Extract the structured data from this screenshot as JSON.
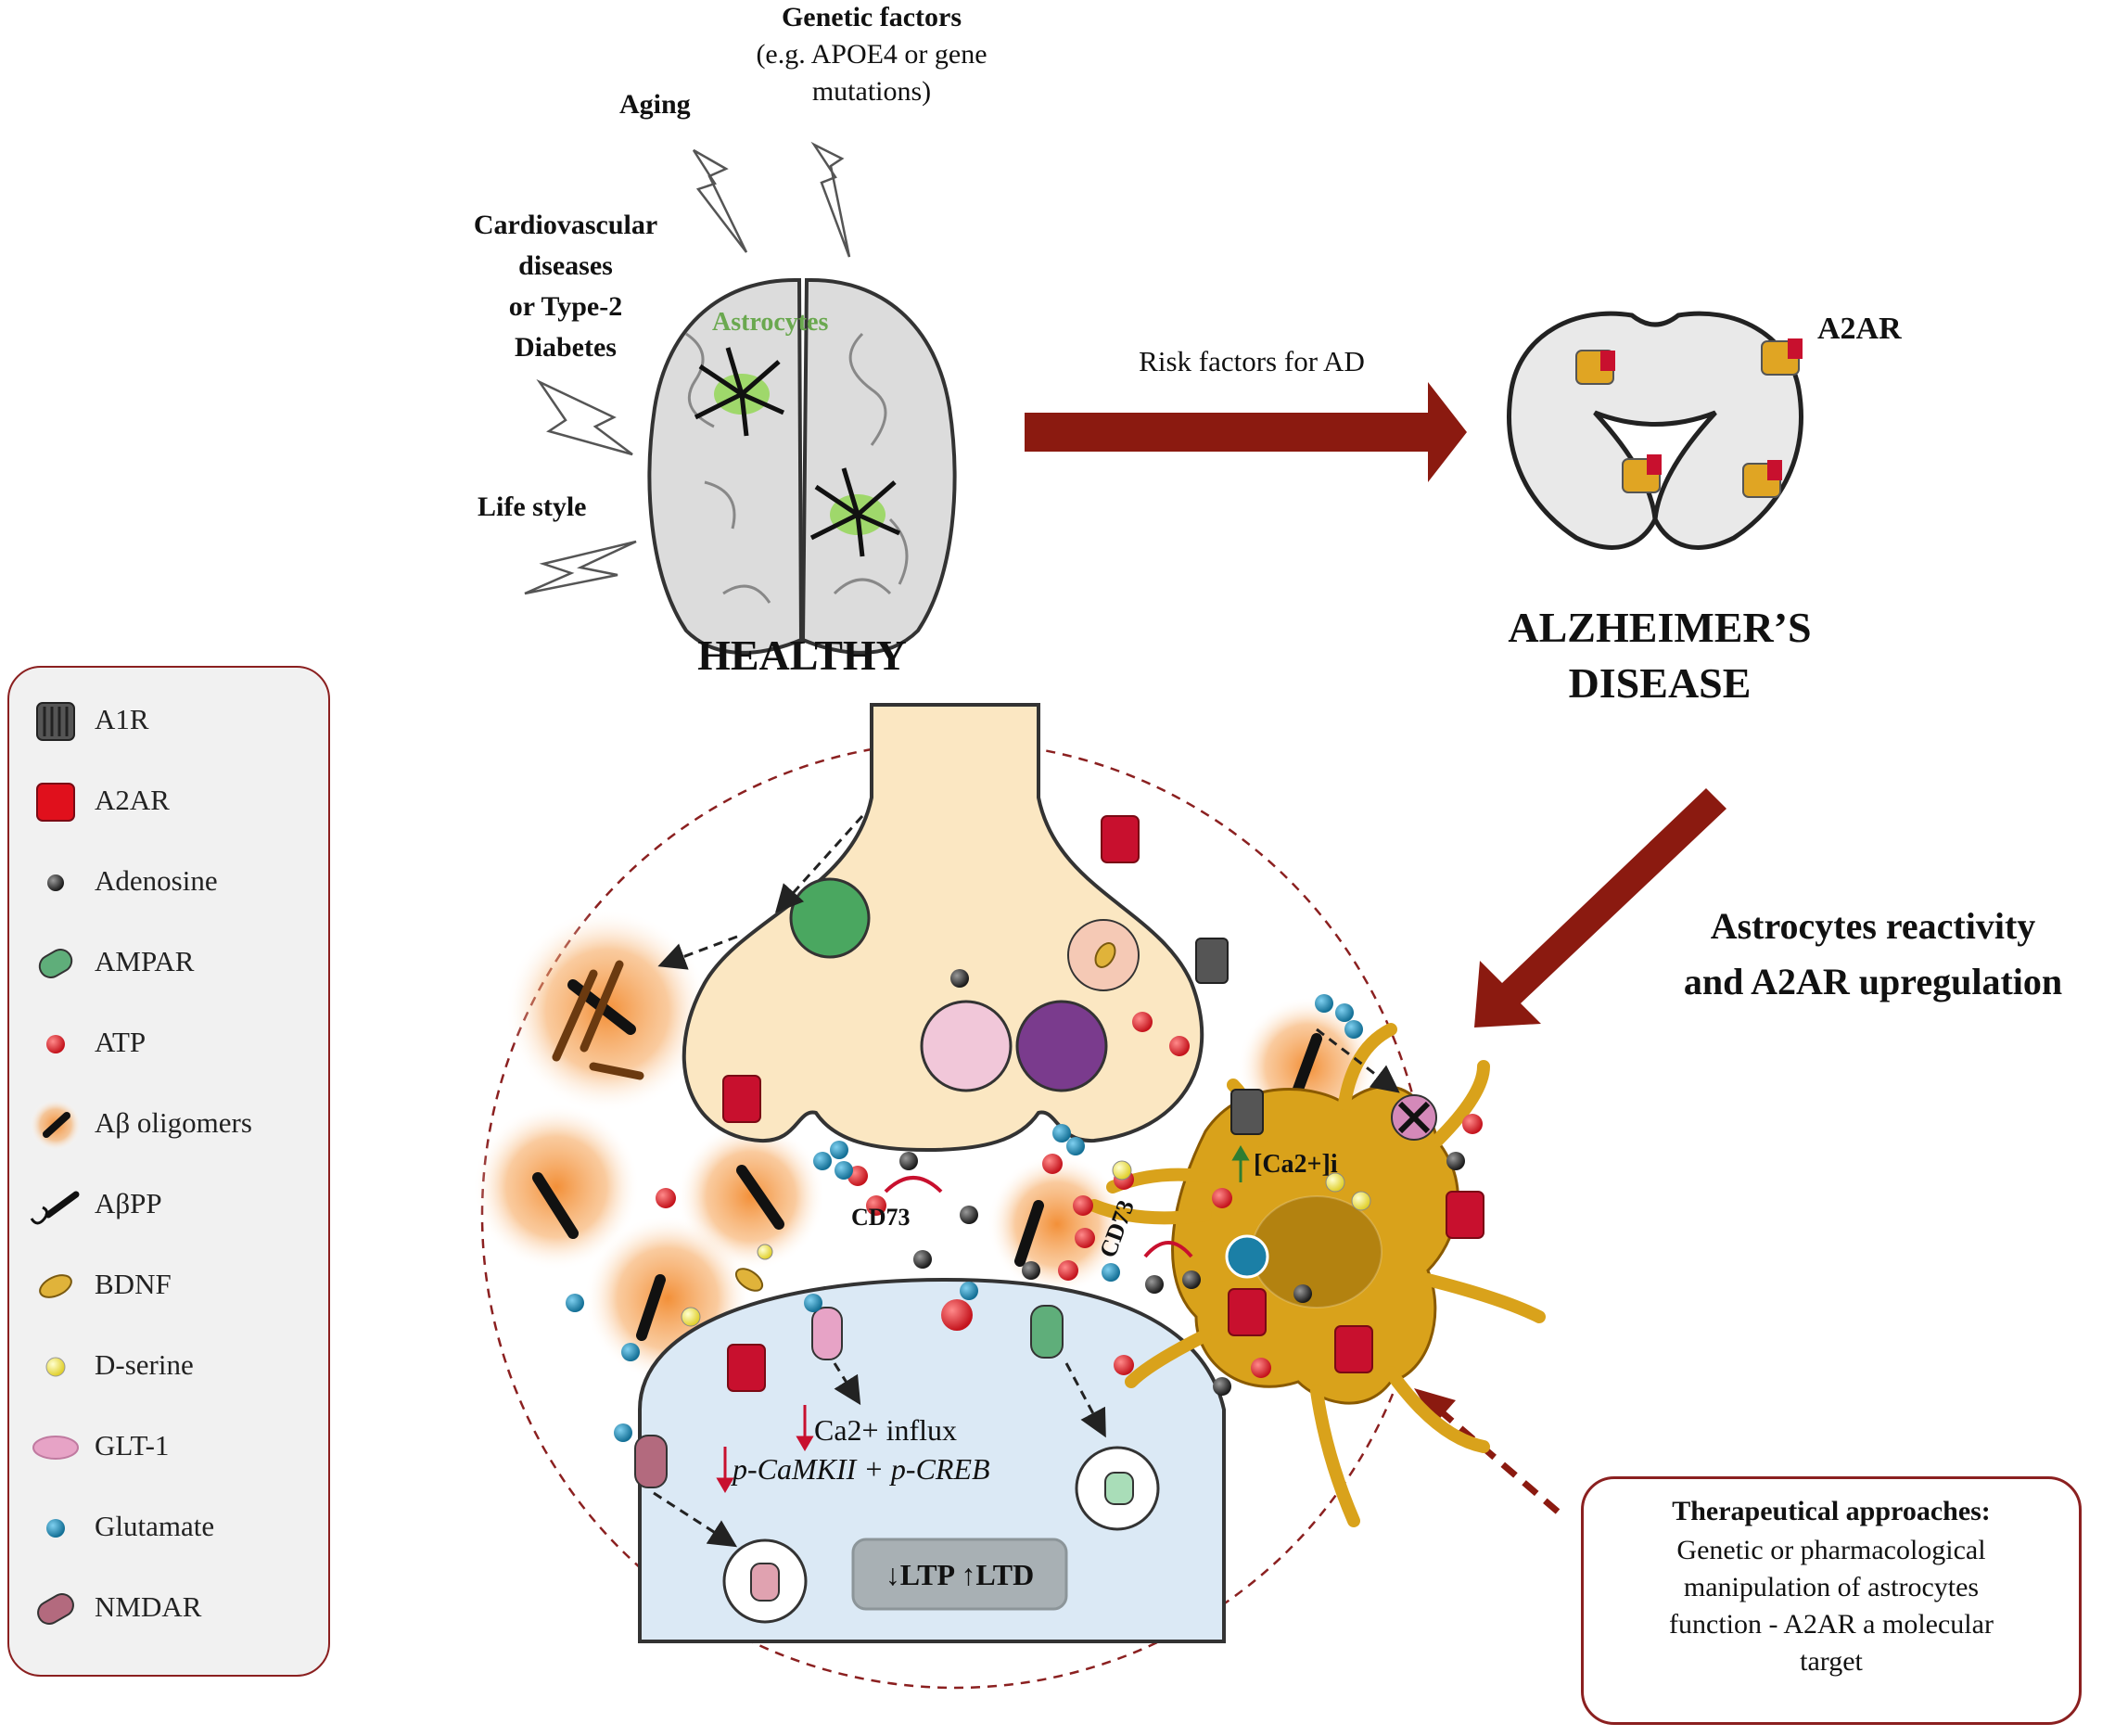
{
  "top_labels": {
    "genetic_title": "Genetic factors",
    "genetic_sub1": "(e.g. APOE4 or gene",
    "genetic_sub2": "mutations)",
    "aging": "Aging",
    "cardio1": "Cardiovascular",
    "cardio2": "diseases",
    "cardio3": "or Type-2",
    "cardio4": "Diabetes",
    "lifestyle": "Life style",
    "astrocytes": "Astrocytes",
    "healthy": "HEALTHY",
    "risk_arrow": "Risk factors for AD",
    "ad_line1": "ALZHEIMER’S",
    "ad_line2": "DISEASE",
    "a2ar": "A2AR",
    "reactivity1": "Astrocytes reactivity",
    "reactivity2": "and A2AR upregulation"
  },
  "synapse_labels": {
    "cd73_left": "CD73",
    "cd73_right": "CD73",
    "calcium_i": "[Ca2+]i",
    "ca_influx": "Ca2+ influx",
    "camk": "p-CaMKII + p-CREB",
    "ltp_ltd": "↓LTP ↑LTD"
  },
  "legend": [
    {
      "icon": "a1r-receptor-icon",
      "label": "A1R"
    },
    {
      "icon": "a2ar-receptor-icon",
      "label": "A2AR"
    },
    {
      "icon": "adenosine-dot-icon",
      "label": "Adenosine"
    },
    {
      "icon": "ampar-icon",
      "label": "AMPAR"
    },
    {
      "icon": "atp-dot-icon",
      "label": "ATP"
    },
    {
      "icon": "abeta-oligomer-icon",
      "label": "Aβ oligomers"
    },
    {
      "icon": "abpp-icon",
      "label": "AβPP"
    },
    {
      "icon": "bdnf-icon",
      "label": "BDNF"
    },
    {
      "icon": "d-serine-dot-icon",
      "label": "D-serine"
    },
    {
      "icon": "glt1-icon",
      "label": "GLT-1"
    },
    {
      "icon": "glutamate-dot-icon",
      "label": "Glutamate"
    },
    {
      "icon": "nmdar-icon",
      "label": "NMDAR"
    }
  ],
  "therapy": {
    "title": "Therapeutical approaches:",
    "line1": "Genetic or pharmacological",
    "line2": "manipulation of astrocytes",
    "line3": "function - A2AR a molecular",
    "line4": "target"
  },
  "colors": {
    "dark_red": "#8b1a10",
    "legend_border": "#8b2020",
    "astrocyte_green": "#6aa84f",
    "presynapse": "#fbe7c2",
    "postsynapse": "#dbe9f5",
    "astrocyte_body": "#d9a21b",
    "atp_red": "#d8202a",
    "glutamate_blue": "#1b7fa6",
    "dserine_yellow": "#f1e84a"
  }
}
